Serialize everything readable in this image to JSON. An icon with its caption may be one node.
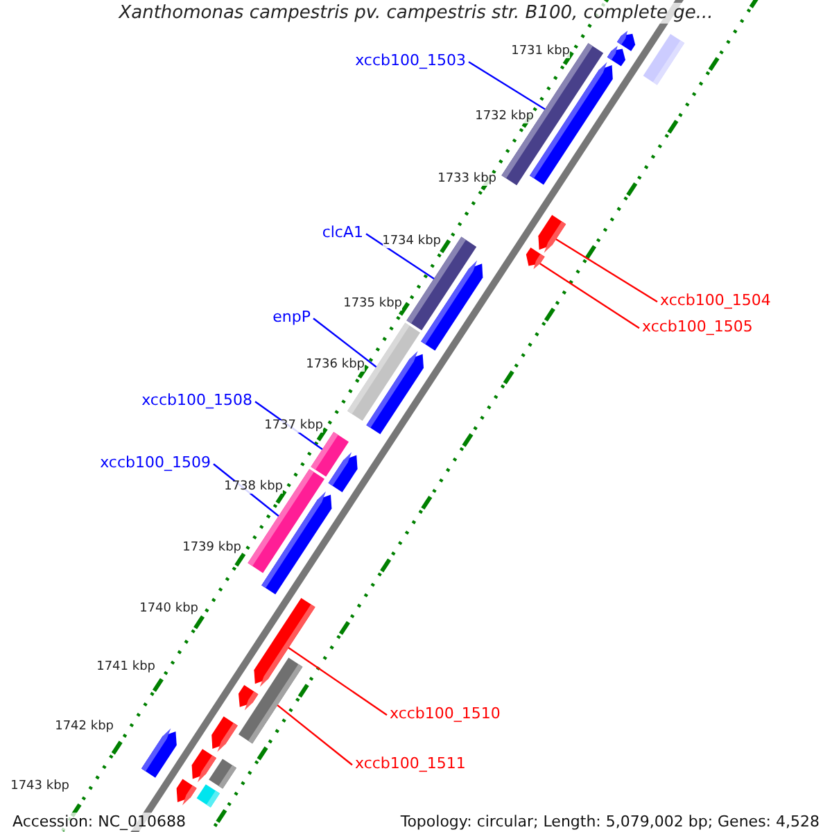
{
  "diagram": {
    "title": "Xanthomonas campestris pv. campestris str. B100, complete ge...",
    "nodes": [
      {
        "text": [
          "xccb100_1503"
        ]
      },
      {
        "text": [
          "clcA1"
        ]
      },
      {
        "text": [
          "enpP"
        ]
      },
      {
        "text": [
          "xccb100_1508"
        ]
      },
      {
        "text": [
          "xccb100_1509"
        ]
      },
      {
        "text": [
          "xccb100_1504"
        ]
      },
      {
        "text": [
          "xccb100_1505"
        ]
      },
      {
        "text": [
          "xccb100_1510"
        ]
      },
      {
        "text": [
          "xccb100_1511"
        ]
      },
      {
        "text": [],
        "shape": "pentagon"
      },
      {
        "text": [],
        "shape": "bar"
      },
      {
        "text": [],
        "shape": "pentagon"
      },
      {
        "text": [],
        "shape": "bar"
      },
      {
        "text": [],
        "shape": "pentagon"
      },
      {
        "text": [],
        "shape": "pentagon"
      },
      {
        "text": [],
        "shape": "pentagon"
      },
      {
        "text": [],
        "shape": "bar"
      },
      {
        "text": [],
        "shape": "pentagon"
      },
      {
        "text": [],
        "shape": "bar"
      },
      {
        "text": [],
        "shape": "pentagon"
      },
      {
        "text": [],
        "shape": "bar"
      },
      {
        "text": [],
        "shape": "pentagon"
      },
      {
        "text": [],
        "shape": "bar"
      },
      {
        "text": [],
        "shape": "pentagon"
      },
      {
        "text": [],
        "shape": "pentagon"
      },
      {
        "text": [],
        "shape": "pentagon"
      },
      {
        "text": [],
        "shape": "bar"
      },
      {
        "text": [],
        "shape": "pentagon"
      },
      {
        "text": [],
        "shape": "pentagon"
      },
      {
        "text": [],
        "shape": "bar"
      },
      {
        "text": [],
        "shape": "pentagon"
      },
      {
        "text": [],
        "shape": "pentagon"
      },
      {
        "text": [],
        "shape": "bar"
      }
    ],
    "edges": [
      {
        "from": 0,
        "to": 12,
        "arrow": "none"
      },
      {
        "from": 1,
        "to": 16,
        "arrow": "none"
      },
      {
        "from": 2,
        "to": 18,
        "arrow": "none"
      },
      {
        "from": 3,
        "to": 20,
        "arrow": "none"
      },
      {
        "from": 4,
        "to": 22,
        "arrow": "none"
      },
      {
        "from": 5,
        "to": 14,
        "arrow": "none",
        "color": "#ff0000"
      },
      {
        "from": 6,
        "to": 15,
        "arrow": "none",
        "color": "#ff0000"
      },
      {
        "from": 7,
        "to": 24,
        "arrow": "none",
        "color": "#ff0000"
      },
      {
        "from": 8,
        "to": 26,
        "arrow": "none",
        "color": "#ff0000"
      }
    ],
    "labels": [
      "1731 kbp",
      "1732 kbp",
      "1733 kbp",
      "1734 kbp",
      "1735 kbp",
      "1736 kbp",
      "1737 kbp",
      "1738 kbp",
      "1739 kbp",
      "1740 kbp",
      "1741 kbp",
      "1742 kbp",
      "1743 kbp",
      "Accession: NC_010688",
      "Topology: circular; Length: 5,079,002 bp; Genes: 4,528"
    ]
  }
}
